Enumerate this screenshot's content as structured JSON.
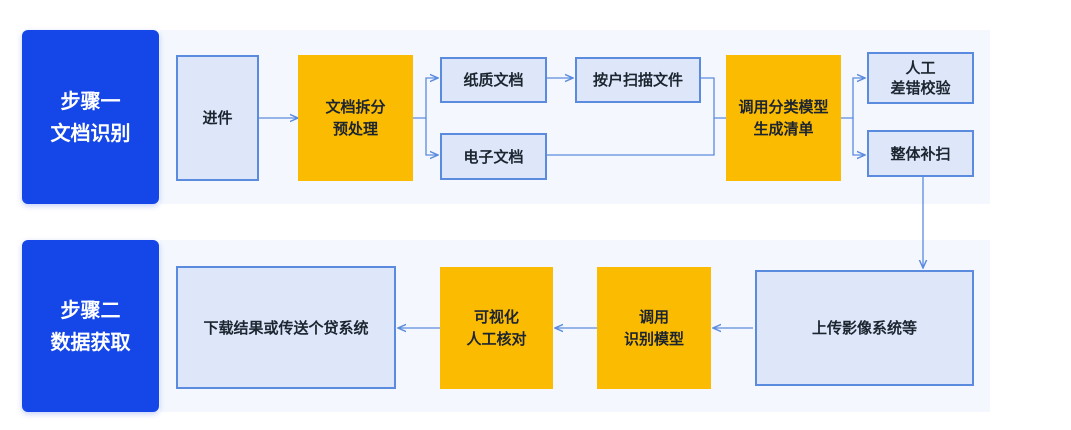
{
  "step1": {
    "line1": "步骤一",
    "line2": "文档识别"
  },
  "step2": {
    "line1": "步骤二",
    "line2": "数据获取"
  },
  "nodes": {
    "jinjian": "进件",
    "chaifen": {
      "line1": "文档拆分",
      "line2": "预处理"
    },
    "zhizhi": "纸质文档",
    "dianzi": "电子文档",
    "saomiao": "按户扫描文件",
    "qingdan": {
      "line1": "调用分类模型",
      "line2": "生成清单"
    },
    "jiaoyan": {
      "line1": "人工",
      "line2": "差错校验"
    },
    "bushao": "整体补扫",
    "shangchuan": "上传影像系统等",
    "moxing": {
      "line1": "调用",
      "line2": "识别模型"
    },
    "hedui": {
      "line1": "可视化",
      "line2": "人工核对"
    },
    "xiazai": "下载结果或传送个贷系统"
  },
  "colors": {
    "step": "#1446e8",
    "process_fill": "#dde7f9",
    "process_border": "#5b8bdf",
    "highlight": "#fbbb00",
    "band": "#f4f7fd",
    "connector": "#5b8bdf"
  }
}
